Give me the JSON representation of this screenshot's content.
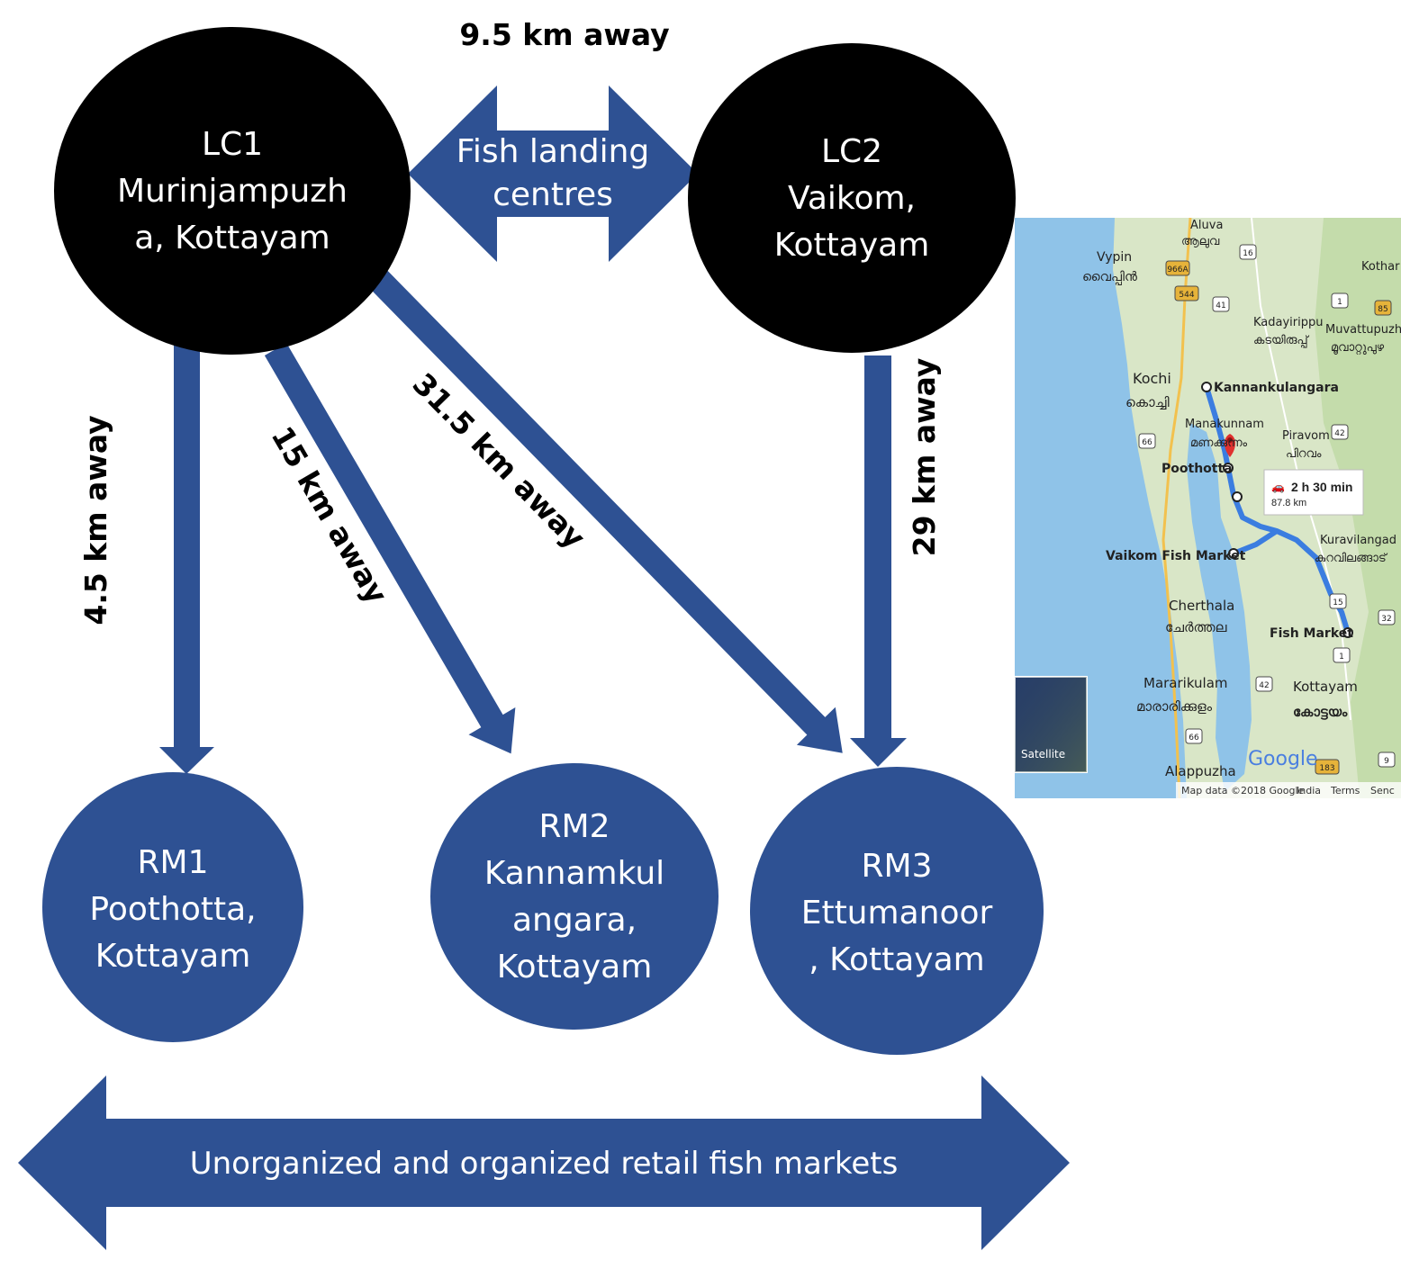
{
  "colors": {
    "node_dark": "#000000",
    "node_blue": "#2e5193",
    "arrow_blue": "#2e5193",
    "map_water": "#8fc3e8",
    "map_land": "#d9e6c7",
    "route": "#3b7de0",
    "pin": "#e0312f"
  },
  "landing_centres": {
    "lc1": {
      "line1": "LC1",
      "line2": "Murinjampuzh",
      "line3": "a, Kottayam"
    },
    "lc2": {
      "line1": "LC2",
      "line2": "Vaikom,",
      "line3": "Kottayam"
    }
  },
  "connector_label": {
    "line1": "Fish landing",
    "line2": "centres"
  },
  "retail_markets": {
    "rm1": {
      "line1": "RM1",
      "line2": "Poothotta,",
      "line3": "Kottayam"
    },
    "rm2": {
      "line1": "RM2",
      "line2": "Kannamkul",
      "line3": "angara,",
      "line4": "Kottayam"
    },
    "rm3": {
      "line1": "RM3",
      "line2": "Ettumanoor",
      "line3": ", Kottayam"
    }
  },
  "distances": {
    "lc1_lc2": "9.5 km away",
    "lc1_rm1": "4.5 km away",
    "lc1_rm2": "15 km away",
    "lc1_rm3": "31.5 km away",
    "lc2_rm3": "29 km away"
  },
  "bottom_banner": "Unorganized and organized retail fish markets",
  "map": {
    "places": {
      "aluva": "Aluva",
      "aluva_ml": "ആലുവ",
      "vypin": "Vypin",
      "vypin_ml": "വൈപ്പിൻ",
      "kothamangalam": "Kothar",
      "kadayirippu": "Kadayirippu",
      "kadayirippu_ml": "കടയിരുപ്പ്",
      "muvattupuzha": "Muvattupuzh",
      "muvattupuzha_ml": "മൂവാറ്റുപുഴ",
      "kochi": "Kochi",
      "kochi_ml": "കൊച്ചി",
      "kannankulangara": "Kannankulangara",
      "manakunnam": "Manakunnam",
      "manakunnam_ml": "മണക്കുന്നം",
      "piravom": "Piravom",
      "piravom_ml": "പിറവം",
      "poothotta": "Poothotta",
      "vaikom_market": "Vaikom Fish Market",
      "kuravilangad": "Kuravilangad",
      "kuravilangad_ml": "കുറവിലങ്ങാട്",
      "cherthala": "Cherthala",
      "cherthala_ml": "ചേർത്തല",
      "fish_market": "Fish Market",
      "mararikulam": "Mararikulam",
      "mararikulam_ml": "മാരാരിക്കുളം",
      "kottayam": "Kottayam",
      "kottayam_ml": "കോട്ടയം",
      "alappuzha": "Alappuzha"
    },
    "route_info": {
      "time": "2 h 30 min",
      "distance": "87.8 km"
    },
    "satellite_label": "Satellite",
    "google": "Google",
    "footer": {
      "data": "Map data ©2018 Google",
      "india": "India",
      "terms": "Terms",
      "send": "Senc"
    },
    "road_badges": [
      "16",
      "966A",
      "544",
      "41",
      "85",
      "1",
      "66",
      "42",
      "15",
      "32",
      "42",
      "1",
      "66",
      "183",
      "9"
    ]
  }
}
